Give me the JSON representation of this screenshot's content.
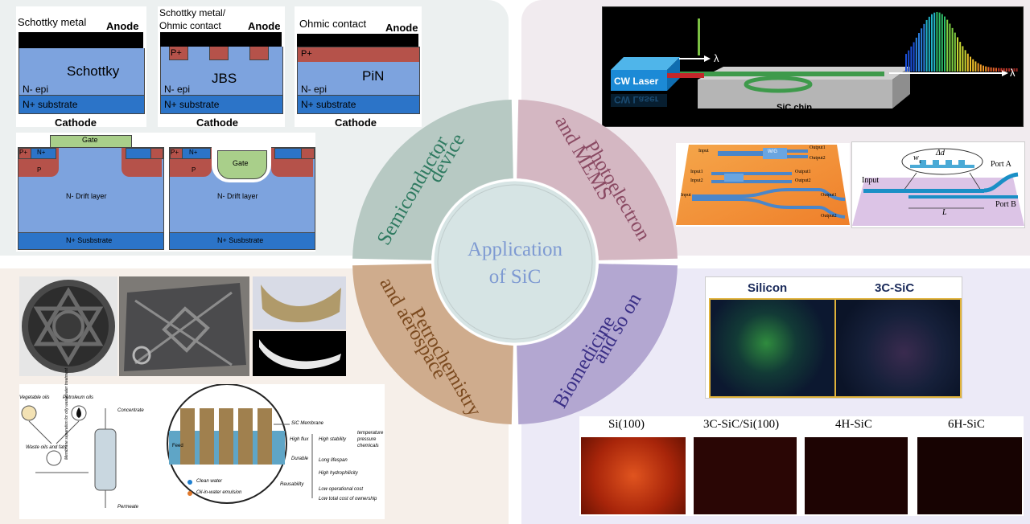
{
  "center": {
    "title_line1": "Application",
    "title_line2": "of SiC",
    "segments": [
      {
        "lines": [
          "Semiconductor",
          "device"
        ],
        "color": "#b7c9c3",
        "text_color": "#2e7a60"
      },
      {
        "lines": [
          "Photoelectron",
          "and MEMS"
        ],
        "color": "#d4b7c2",
        "text_color": "#8a4a63"
      },
      {
        "lines": [
          "Biomedicine",
          "and so on"
        ],
        "color": "#b3a7d1",
        "text_color": "#3a2f86"
      },
      {
        "lines": [
          "Petrochemistry",
          "and aerospace"
        ],
        "color": "#cfac8d",
        "text_color": "#7b4a1f"
      }
    ]
  },
  "semiconductor": {
    "diodes": [
      {
        "top_label": "Schottky metal",
        "anode": "Anode",
        "region": "Schottky",
        "epi": "N- epi",
        "substrate": "N+ substrate",
        "cathode": "Cathode"
      },
      {
        "top_label_1": "Schottky metal/",
        "top_label_2": "Ohmic contact",
        "anode": "Anode",
        "p": "P+",
        "region": "JBS",
        "epi": "N- epi",
        "substrate": "N+ substrate",
        "cathode": "Cathode"
      },
      {
        "top_label": "Ohmic contact",
        "anode": "Anode",
        "p": "P+",
        "region": "PiN",
        "epi": "N- epi",
        "substrate": "N+ substrate",
        "cathode": "Cathode"
      }
    ],
    "mosfets": [
      {
        "gate": "Gate",
        "p_plus": "P+",
        "n_plus": "N+",
        "p": "P",
        "drift": "N- Drift layer",
        "substrate": "N+ Susbstrate"
      },
      {
        "gate": "Gate",
        "p_plus": "P+",
        "n_plus": "N+",
        "p": "P",
        "drift": "N- Drift layer",
        "substrate": "N+ Susbstrate"
      }
    ]
  },
  "photo": {
    "laser": "CW Laser",
    "laser_reflection": "CW Laser",
    "lambda_1": "λ",
    "lambda_2": "λ",
    "chip": "SiC chip",
    "coupler": {
      "input": "Input",
      "input1": "Input1",
      "input2": "Input2",
      "output1": "Output1",
      "output2": "Output2",
      "wg": "W/G"
    },
    "grating": {
      "input": "Input",
      "port_a": "Port A",
      "port_b": "Port B",
      "w": "w",
      "w_sub": "s",
      "dd": "Δd",
      "L": "L"
    }
  },
  "bio": {
    "silicon": "Silicon",
    "sic3c": "3C-SiC",
    "samples": [
      "Si(100)",
      "3C-SiC/Si(100)",
      "4H-SiC",
      "6H-SiC"
    ]
  },
  "petro": {
    "vegetable": "Vegetable oils",
    "petroleum": "Petroleum oils",
    "waste": "Waste oils and fats",
    "concentrate": "Concentrate",
    "permeate": "Permeate",
    "module": "Membrane separation for oily wastewater treatment",
    "membrane": "SiC Membrane",
    "high_flux": "High flux",
    "high_stability": "High stability",
    "temperature": "temperature",
    "pressure": "pressure",
    "chemicals": "chemicals",
    "durable": "Durable",
    "long_lifespan": "Long lifespan",
    "high_hydrophilicity": "High hydrophilicity",
    "reusability": "Reusability",
    "low_op_cost": "Low operational cost",
    "low_total_cost": "Low total cost of ownership",
    "clean_water": "Clean water",
    "emulsion": "Oil-in-water emulsion",
    "feed": "Feed"
  }
}
